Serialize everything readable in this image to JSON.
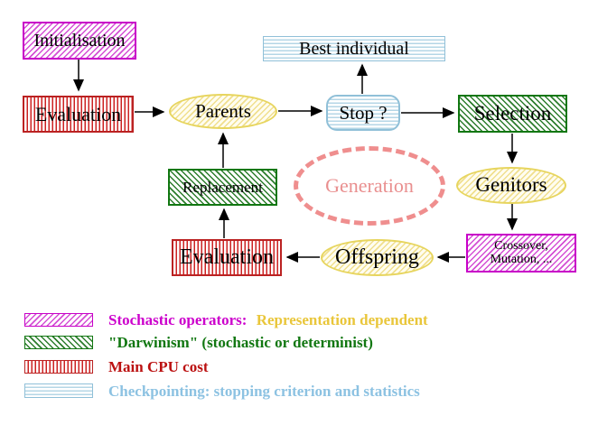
{
  "diagram": {
    "title": "Evolutionary algorithm generation loop",
    "nodes": {
      "initialisation": {
        "label": "Initialisation",
        "style": "stochastic-operator"
      },
      "evaluation_top": {
        "label": "Evaluation",
        "style": "cpu-cost"
      },
      "parents": {
        "label": "Parents",
        "style": "population"
      },
      "stop": {
        "label": "Stop ?",
        "style": "checkpointing"
      },
      "best_individual": {
        "label": "Best individual",
        "style": "checkpointing"
      },
      "selection": {
        "label": "Selection",
        "style": "darwinism"
      },
      "genitors": {
        "label": "Genitors",
        "style": "population"
      },
      "crossover": {
        "line1": "Crossover,",
        "line2": "Mutation, ...",
        "style": "stochastic-operator"
      },
      "offspring": {
        "label": "Offspring",
        "style": "population"
      },
      "evaluation_bottom": {
        "label": "Evaluation",
        "style": "cpu-cost"
      },
      "replacement": {
        "label": "Replacement",
        "style": "darwinism"
      },
      "generation": {
        "label": "Generation",
        "style": "generation-loop"
      }
    },
    "edges": [
      {
        "from": "initialisation",
        "to": "evaluation_top"
      },
      {
        "from": "evaluation_top",
        "to": "parents"
      },
      {
        "from": "parents",
        "to": "stop"
      },
      {
        "from": "stop",
        "to": "best_individual"
      },
      {
        "from": "stop",
        "to": "selection"
      },
      {
        "from": "selection",
        "to": "genitors"
      },
      {
        "from": "genitors",
        "to": "crossover"
      },
      {
        "from": "crossover",
        "to": "offspring"
      },
      {
        "from": "offspring",
        "to": "evaluation_bottom"
      },
      {
        "from": "evaluation_bottom",
        "to": "replacement"
      },
      {
        "from": "replacement",
        "to": "parents"
      }
    ]
  },
  "legend": {
    "items": [
      {
        "label": "Stochastic operators:",
        "label2": "Representation dependent",
        "swatch": "magenta-hatch"
      },
      {
        "label": "\"Darwinism\" (stochastic or determinist)",
        "label2": "",
        "swatch": "green-hatch"
      },
      {
        "label": "Main CPU cost",
        "label2": "",
        "swatch": "red-vertical-stripes"
      },
      {
        "label": "Checkpointing: stopping criterion and statistics",
        "label2": "",
        "swatch": "cyan-horizontal-stripes"
      }
    ]
  },
  "colors": {
    "stochastic_magenta": "#cc00cc",
    "representation_gold": "#e9c63a",
    "darwinism_green": "#117711",
    "cpu_red": "#bb1111",
    "checkpointing_blue": "#8cc2e2",
    "generation_salmon": "#ef8e8e",
    "population_yellow": "#e7d55e",
    "arrow_black": "#000000",
    "background": "#ffffff"
  }
}
